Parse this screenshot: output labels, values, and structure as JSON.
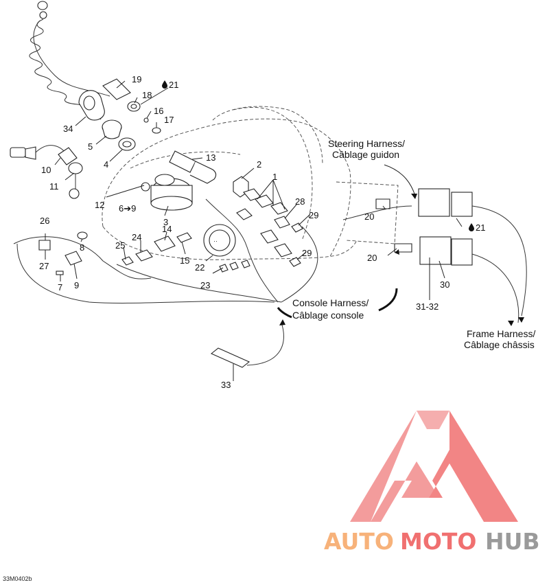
{
  "diagram": {
    "callouts": {
      "c1": "1",
      "c2": "2",
      "c3": "3",
      "c4": "4",
      "c5": "5",
      "c6": "6➔9",
      "c7": "7",
      "c8": "8",
      "c9": "9",
      "c10": "10",
      "c11": "11",
      "c12": "12",
      "c13": "13",
      "c14": "14",
      "c15": "15",
      "c16": "16",
      "c17": "17",
      "c18": "18",
      "c19": "19",
      "c21a": "21",
      "c21b": "21",
      "c20a": "20",
      "c20b": "20",
      "c22": "22",
      "c23": "23",
      "c24": "24",
      "c25": "25",
      "c26": "26",
      "c27": "27",
      "c28": "28",
      "c29a": "29",
      "c29b": "29",
      "c30": "30",
      "c3132": "31-32",
      "c33": "33",
      "c34": "34"
    },
    "harness_labels": {
      "steering_en": "Steering Harness/",
      "steering_fr": "Câblage guidon",
      "console_en": "Console Harness/",
      "console_fr": "Câblage console",
      "frame_en": "Frame Harness/",
      "frame_fr": "Câblage châssis"
    },
    "drawing_code": "33M0402b"
  },
  "watermark": {
    "word_part1": "AUTO",
    "word_part2": "MOTO",
    "word_part3": "HUB",
    "color_orange": "#f7b27a",
    "color_red": "#f07070",
    "color_gray": "#9a9a9a"
  }
}
